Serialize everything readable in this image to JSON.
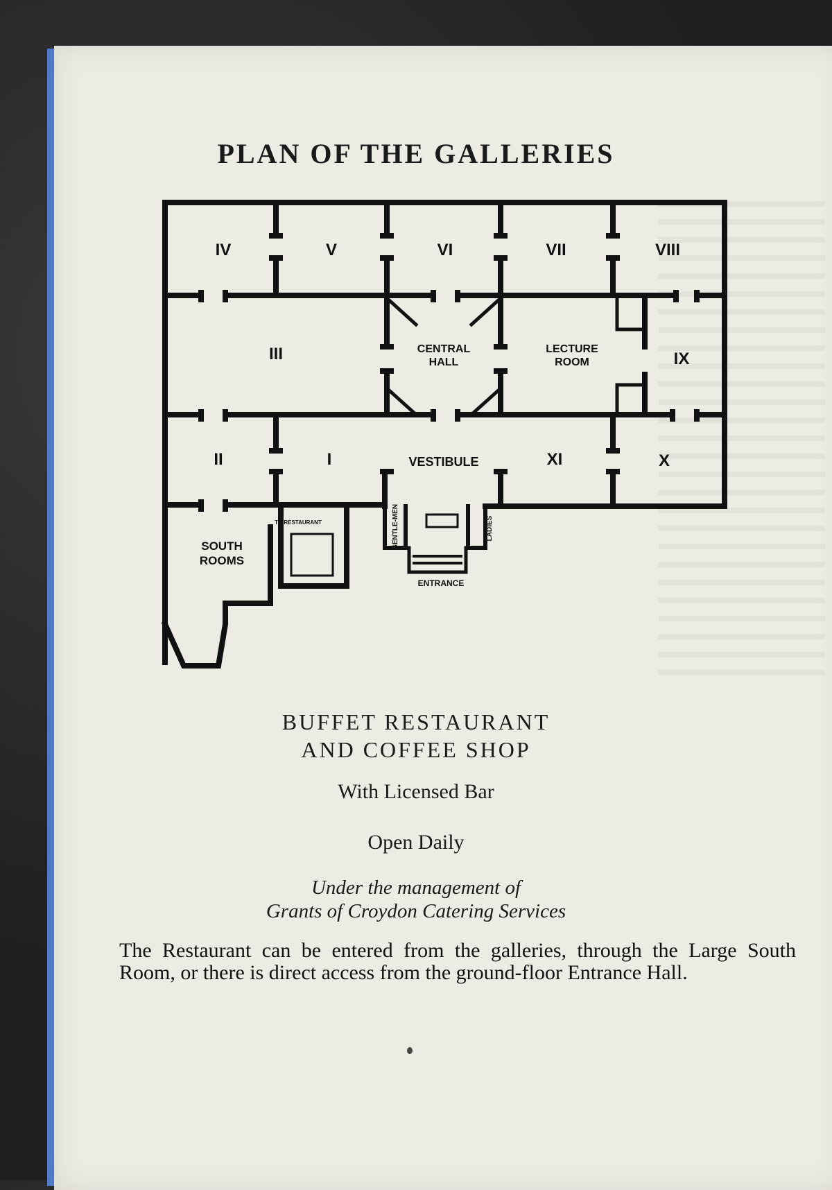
{
  "title": "PLAN OF THE GALLERIES",
  "plan": {
    "rooms": {
      "iv": "IV",
      "v": "V",
      "vi": "VI",
      "vii": "VII",
      "viii": "VIII",
      "iii": "III",
      "central_hall_1": "CENTRAL",
      "central_hall_2": "HALL",
      "lecture_room_1": "LECTURE",
      "lecture_room_2": "ROOM",
      "ix": "IX",
      "ii": "II",
      "i": "I",
      "vestibule": "VESTIBULE",
      "xi": "XI",
      "x": "X",
      "south_rooms_1": "SOUTH",
      "south_rooms_2": "ROOMS",
      "to_restaurant": "TO RESTAURANT",
      "gentlemen": "GENTLE-MEN",
      "ladies": "LADIES",
      "entrance": "ENTRANCE"
    }
  },
  "restaurant": {
    "heading_line1": "BUFFET RESTAURANT",
    "heading_line2": "AND COFFEE SHOP",
    "bar": "With Licensed Bar",
    "hours": "Open Daily",
    "management_line1": "Under the management of",
    "management_line2": "Grants of Croydon Catering Services",
    "description": "The Restaurant can be entered from the galleries, through the Large South Room, or there is direct access from the ground-floor Entrance Hall."
  },
  "colors": {
    "page": "#edece4",
    "ink": "#111111",
    "binding": "#4f79c9"
  }
}
